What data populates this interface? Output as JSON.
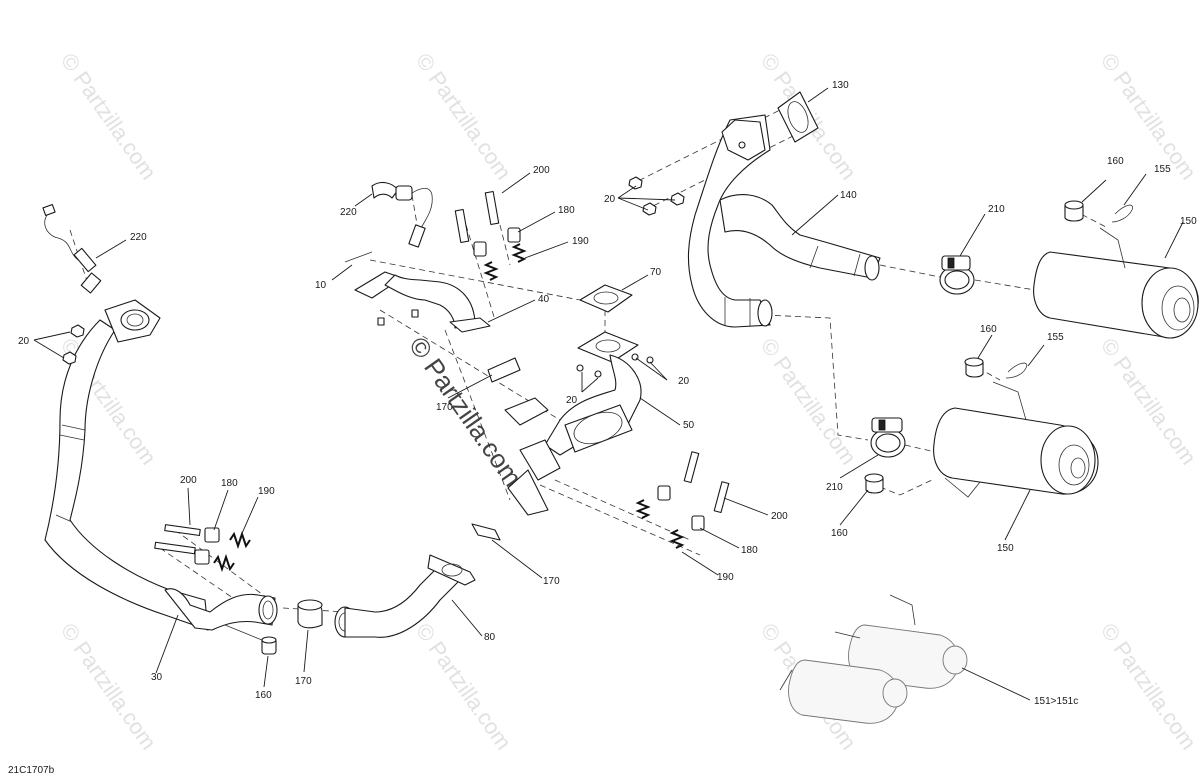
{
  "watermark": "© Partzilla.com",
  "drawing_id": "21C1707b",
  "callouts": [
    {
      "id": "c130",
      "text": "130"
    },
    {
      "id": "c200a",
      "text": "200"
    },
    {
      "id": "c220a",
      "text": "220"
    },
    {
      "id": "c180a",
      "text": "180"
    },
    {
      "id": "c190a",
      "text": "190"
    },
    {
      "id": "c10",
      "text": "10"
    },
    {
      "id": "c40",
      "text": "40"
    },
    {
      "id": "c70",
      "text": "70"
    },
    {
      "id": "c20a",
      "text": "20"
    },
    {
      "id": "c140",
      "text": "140"
    },
    {
      "id": "c160a",
      "text": "160"
    },
    {
      "id": "c155a",
      "text": "155"
    },
    {
      "id": "c150a",
      "text": "150"
    },
    {
      "id": "c210a",
      "text": "210"
    },
    {
      "id": "c220b",
      "text": "220"
    },
    {
      "id": "c20b",
      "text": "20"
    },
    {
      "id": "c170a",
      "text": "170"
    },
    {
      "id": "c20c",
      "text": "20"
    },
    {
      "id": "c20d",
      "text": "20"
    },
    {
      "id": "c50",
      "text": "50"
    },
    {
      "id": "c160b",
      "text": "160"
    },
    {
      "id": "c155b",
      "text": "155"
    },
    {
      "id": "c210b",
      "text": "210"
    },
    {
      "id": "c160c",
      "text": "160"
    },
    {
      "id": "c150b",
      "text": "150"
    },
    {
      "id": "c200b",
      "text": "200"
    },
    {
      "id": "c180b",
      "text": "180"
    },
    {
      "id": "c190b",
      "text": "190"
    },
    {
      "id": "c200c",
      "text": "200"
    },
    {
      "id": "c180c",
      "text": "180"
    },
    {
      "id": "c190c",
      "text": "190"
    },
    {
      "id": "c170b",
      "text": "170"
    },
    {
      "id": "c80",
      "text": "80"
    },
    {
      "id": "c30",
      "text": "30"
    },
    {
      "id": "c170c",
      "text": "170"
    },
    {
      "id": "c160d",
      "text": "160"
    },
    {
      "id": "c151",
      "text": "151>151c"
    }
  ]
}
